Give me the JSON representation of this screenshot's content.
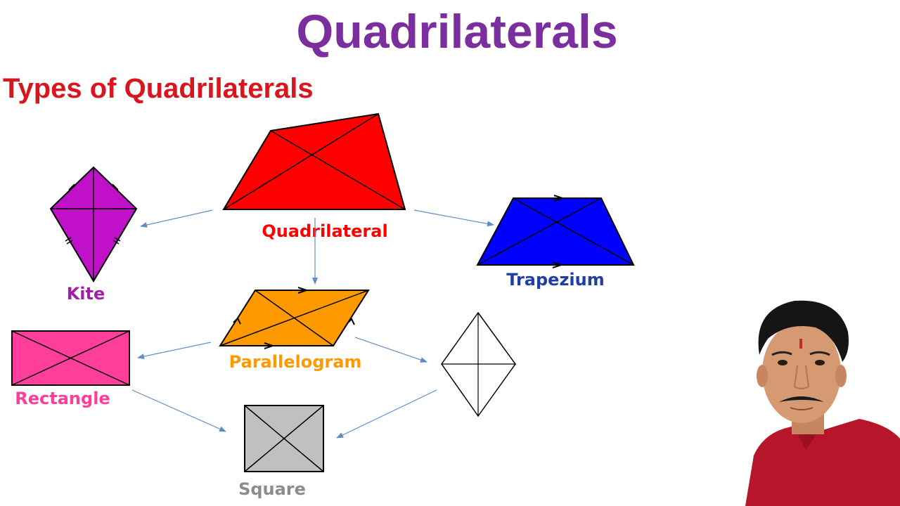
{
  "title": "Quadrilaterals",
  "subtitle": "Types of Quadrilaterals",
  "colors": {
    "title": "#7b2f9e",
    "subtitle": "#d9161d",
    "quadrilateral": "#ff0000",
    "trapezium": "#0000ff",
    "kite": "#c010c8",
    "parallelogram": "#ff9900",
    "rectangle": "#ff3d9a",
    "square": "#c0c0c0",
    "rhombus": "#ffffff",
    "arrow": "#5f8dc2",
    "trapezium_label": "#1f3ea6",
    "kite_label": "#a020a8",
    "square_label": "#8c8c8c",
    "person_shirt": "#b7162a"
  },
  "shapes": {
    "quadrilateral": {
      "label": "Quadrilateral"
    },
    "trapezium": {
      "label": "Trapezium"
    },
    "kite": {
      "label": "Kite"
    },
    "parallelogram": {
      "label": "Parallelogram"
    },
    "rectangle": {
      "label": "Rectangle"
    },
    "square": {
      "label": "Square"
    }
  }
}
